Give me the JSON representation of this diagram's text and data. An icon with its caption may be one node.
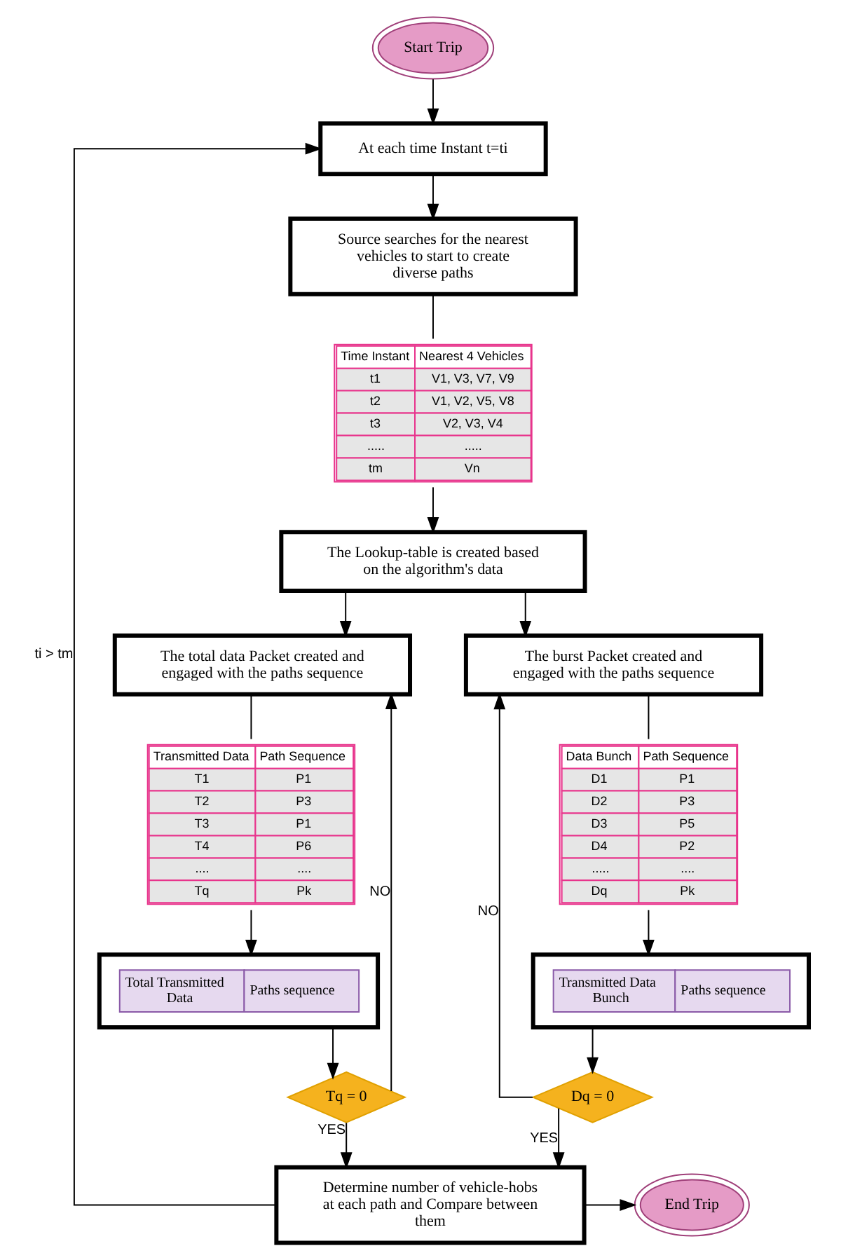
{
  "diagram": {
    "nodes": [
      {
        "text": [
          "Start Trip"
        ]
      },
      {
        "text": [
          "At each time Instant t=ti"
        ]
      },
      {
        "text": [
          "Source searches for the nearest vehicles to start to create diverse paths"
        ]
      },
      {
        "text": [
          "Time Instant",
          "Nearest 4 Vehicles",
          "t1",
          "V1, V3, V7, V9",
          "t2",
          "V1, V2, V5, V8",
          "t3",
          "V2, V3, V4",
          ".....",
          ".....",
          "tm",
          "Vn"
        ]
      },
      {
        "text": [
          "The Lookup-table is created based on the algorithm's data"
        ]
      },
      {
        "text": [
          "The total data Packet created and engaged with the paths sequence"
        ]
      },
      {
        "text": [
          "Transmitted Data",
          "Path Sequence",
          "T1",
          "P1",
          "T2",
          "P3",
          "T3",
          "P1",
          "T4",
          "P6",
          "....",
          "....",
          "Tq",
          "Pk"
        ]
      },
      {
        "text": [
          "Total Transmitted Data",
          "Paths sequence"
        ]
      },
      {
        "text": [
          "Tq = 0"
        ]
      },
      {
        "text": [
          "The burst Packet created and engaged with the paths sequence"
        ]
      },
      {
        "text": [
          "Data Bunch",
          "Path Sequence",
          "D1",
          "P1",
          "D2",
          "P3",
          "D3",
          "P5",
          "D4",
          "P2",
          ".....",
          "....",
          "Dq",
          "Pk"
        ]
      },
      {
        "text": [
          "Transmitted Data Bunch",
          "Paths sequence"
        ]
      },
      {
        "text": [
          "Dq = 0"
        ]
      },
      {
        "text": [
          "Determine number of vehicle-hobs at each path and Compare between them"
        ]
      },
      {
        "text": [
          "End Trip"
        ]
      }
    ],
    "edges": [
      {
        "from": 0,
        "to": 1,
        "arrow": "to"
      },
      {
        "from": 1,
        "to": 2,
        "arrow": "to"
      },
      {
        "from": 2,
        "to": 3,
        "arrow": "none"
      },
      {
        "from": 3,
        "to": 4,
        "arrow": "to"
      },
      {
        "from": 4,
        "to": 5,
        "arrow": "to"
      },
      {
        "from": 4,
        "to": 9,
        "arrow": "to"
      },
      {
        "from": 5,
        "to": 6,
        "arrow": "none"
      },
      {
        "from": 6,
        "to": 7,
        "arrow": "to"
      },
      {
        "from": 7,
        "to": 8,
        "arrow": "to"
      },
      {
        "from": 8,
        "to": 5,
        "arrow": "to",
        "label": "NO"
      },
      {
        "from": 9,
        "to": 10,
        "arrow": "none"
      },
      {
        "from": 10,
        "to": 11,
        "arrow": "to"
      },
      {
        "from": 11,
        "to": 12,
        "arrow": "to"
      },
      {
        "from": 12,
        "to": 9,
        "arrow": "to",
        "label": "NO"
      },
      {
        "from": 8,
        "to": 13,
        "arrow": "to",
        "label": "YES"
      },
      {
        "from": 12,
        "to": 13,
        "arrow": "to",
        "label": "YES"
      },
      {
        "from": 13,
        "to": 14,
        "arrow": "to"
      },
      {
        "from": 13,
        "to": 1,
        "arrow": "to",
        "label": "ti > tm"
      }
    ]
  }
}
